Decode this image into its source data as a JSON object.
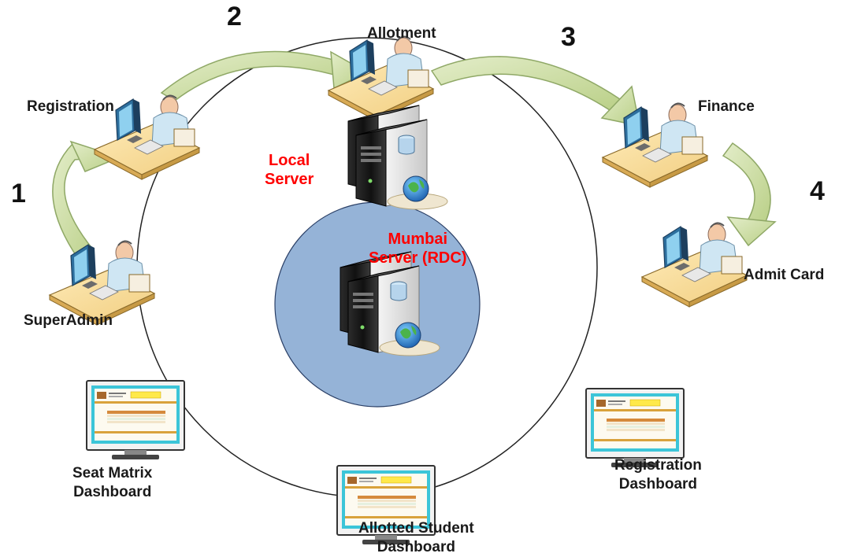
{
  "steps": [
    "1",
    "2",
    "3",
    "4"
  ],
  "roles": {
    "superadmin": "SuperAdmin",
    "registration": "Registration",
    "allotment": "Allotment",
    "finance": "Finance",
    "admit_card": "Admit Card"
  },
  "servers": {
    "local": [
      "Local",
      "Server"
    ],
    "mumbai": [
      "Mumbai",
      "Server (RDC)"
    ]
  },
  "dashboards": {
    "seat_matrix": [
      "Seat Matrix",
      "Dashboard"
    ],
    "allotted": [
      "Allotted Student",
      "Dashboard"
    ],
    "registration": [
      "Registration",
      "Dashboard"
    ]
  },
  "colors": {
    "arrow_fill": "#c9dba0",
    "arrow_stroke": "#8fa866",
    "inner_circle": "#95b3d7",
    "server_label": "#ff0000",
    "monitor_screen": "#3cc5d8"
  }
}
